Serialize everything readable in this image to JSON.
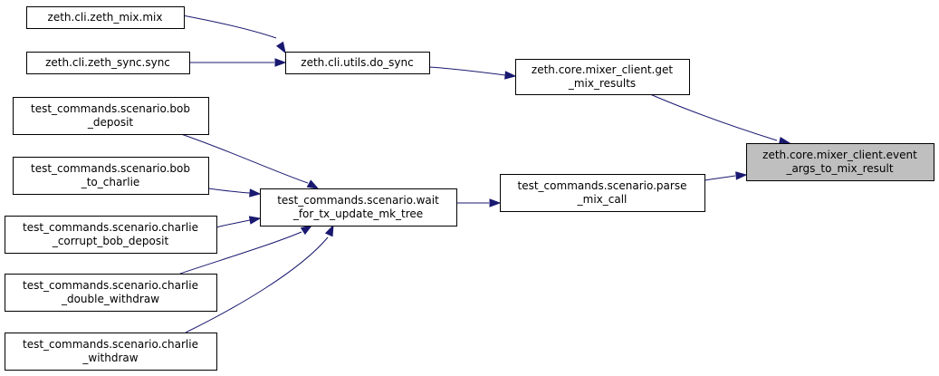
{
  "graph": {
    "nodes": [
      {
        "id": "zeth_mix",
        "lines": [
          "zeth.cli.zeth_mix.mix"
        ]
      },
      {
        "id": "zeth_sync",
        "lines": [
          "zeth.cli.zeth_sync.sync"
        ]
      },
      {
        "id": "do_sync",
        "lines": [
          "zeth.cli.utils.do_sync"
        ]
      },
      {
        "id": "get_mix_results",
        "lines": [
          "zeth.core.mixer_client.get",
          "_mix_results"
        ]
      },
      {
        "id": "event_args",
        "lines": [
          "zeth.core.mixer_client.event",
          "_args_to_mix_result"
        ],
        "focus": true
      },
      {
        "id": "parse_mix_call",
        "lines": [
          "test_commands.scenario.parse",
          "_mix_call"
        ]
      },
      {
        "id": "wait_tx",
        "lines": [
          "test_commands.scenario.wait",
          "_for_tx_update_mk_tree"
        ]
      },
      {
        "id": "bob_deposit",
        "lines": [
          "test_commands.scenario.bob",
          "_deposit"
        ]
      },
      {
        "id": "bob_to_charlie",
        "lines": [
          "test_commands.scenario.bob",
          "_to_charlie"
        ]
      },
      {
        "id": "charlie_corrupt",
        "lines": [
          "test_commands.scenario.charlie",
          "_corrupt_bob_deposit"
        ]
      },
      {
        "id": "charlie_double",
        "lines": [
          "test_commands.scenario.charlie",
          "_double_withdraw"
        ]
      },
      {
        "id": "charlie_withdraw",
        "lines": [
          "test_commands.scenario.charlie",
          "_withdraw"
        ]
      }
    ],
    "edges": [
      {
        "from": "zeth_mix",
        "to": "do_sync"
      },
      {
        "from": "zeth_sync",
        "to": "do_sync"
      },
      {
        "from": "do_sync",
        "to": "get_mix_results"
      },
      {
        "from": "get_mix_results",
        "to": "event_args"
      },
      {
        "from": "parse_mix_call",
        "to": "event_args"
      },
      {
        "from": "wait_tx",
        "to": "parse_mix_call"
      },
      {
        "from": "bob_deposit",
        "to": "wait_tx"
      },
      {
        "from": "bob_to_charlie",
        "to": "wait_tx"
      },
      {
        "from": "charlie_corrupt",
        "to": "wait_tx"
      },
      {
        "from": "charlie_double",
        "to": "wait_tx"
      },
      {
        "from": "charlie_withdraw",
        "to": "wait_tx"
      }
    ]
  }
}
